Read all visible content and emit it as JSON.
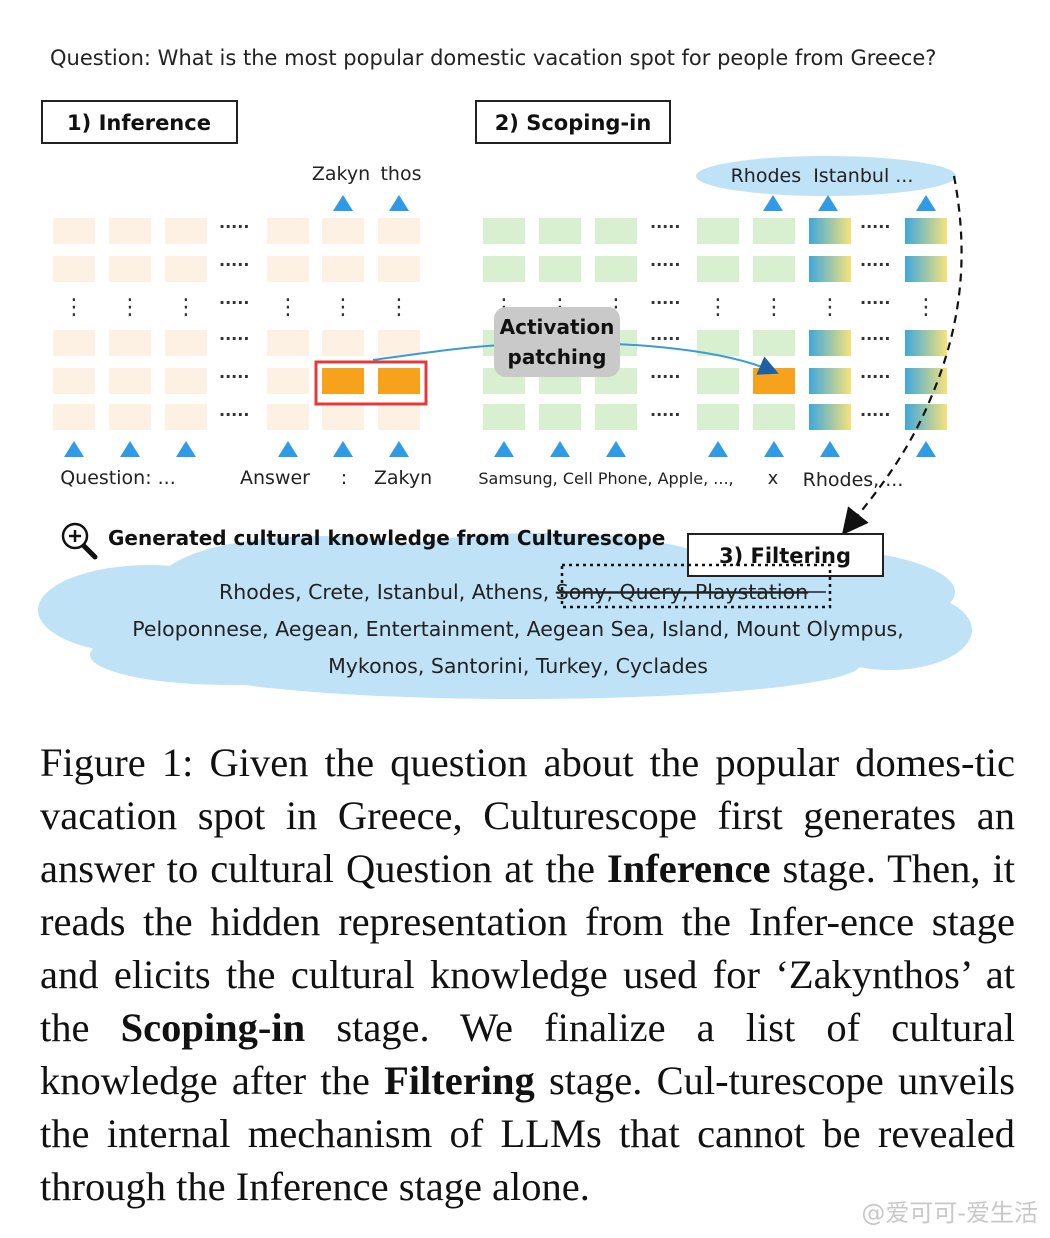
{
  "question": "Question: What is the most popular domestic vacation spot for people from Greece?",
  "stages": {
    "inference": "1) Inference",
    "scoping": "2) Scoping-in",
    "filtering": "3) Filtering"
  },
  "inference_panel": {
    "top_tokens": [
      "Zakyn",
      "thos"
    ],
    "bottom_labels": [
      "Question: ...",
      "Answer",
      ":",
      "Zakyn"
    ]
  },
  "scoping_panel": {
    "top_cloud": "Rhodes  Istanbul ...",
    "bottom_labels": [
      "Samsung, Cell Phone, Apple, ...,",
      "x",
      "Rhodes, ..."
    ]
  },
  "activation_label": [
    "Activation",
    "patching"
  ],
  "knowledge": {
    "title": "Generated cultural knowledge from Culturescope",
    "line1_prefix": "Rhodes, Crete, Istanbul, Athens, ",
    "line1_struck": "Sony, Query, Playstation",
    "line2": "Peloponnese, Aegean, Entertainment, Aegean Sea, Island, Mount Olympus,",
    "line3": "Mykonos, Santorini, Turkey, Cyclades"
  },
  "caption": {
    "p1": "Figure 1: Given the question about the popular domes-tic vacation spot in Greece, Culturescope first generates an answer to cultural Question at the ",
    "b1": "Inference",
    "p2": " stage. Then, it reads the hidden representation from the Infer-ence stage and elicits the cultural knowledge used for ‘Zakynthos’ at the ",
    "b2": "Scoping-in",
    "p3": " stage. We finalize a list of cultural knowledge after the ",
    "b3": "Filtering",
    "p4": " stage.  Cul-turescope unveils the internal mechanism of LLMs that cannot be revealed through the Inference stage alone."
  },
  "watermark": "@爱可可-爱生活",
  "colors": {
    "peach": "#fdf1e4",
    "green": "#d8f0cf",
    "orange": "#f7a21d",
    "red_box": "#e23b3b",
    "triangle": "#2f9be6",
    "cloud": "#bfe2f6",
    "patch_box": "#c9c9c9",
    "gradient_start": "#3fa8dd",
    "gradient_end": "#f6e27a"
  }
}
